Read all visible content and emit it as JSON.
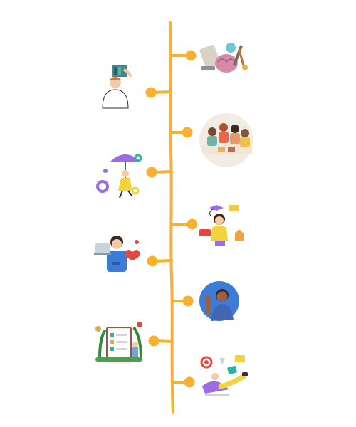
{
  "colors": {
    "timeline": "#F9B02E",
    "accent_purple": "#9B6CE3",
    "accent_teal": "#27B3A8",
    "accent_red": "#E9453E",
    "accent_blue": "#3C7BD8",
    "skin": "#F3C9A8",
    "dark": "#2C2C3A"
  },
  "illustrations": [
    {
      "id": "creative-tools-brain",
      "side": "right"
    },
    {
      "id": "person-lifting-books",
      "side": "left"
    },
    {
      "id": "team-meeting",
      "side": "right"
    },
    {
      "id": "person-with-umbrella-gears",
      "side": "left"
    },
    {
      "id": "stressed-student-thoughts",
      "side": "right"
    },
    {
      "id": "person-holding-laptop-heart",
      "side": "left"
    },
    {
      "id": "waving-man-portrait",
      "side": "right"
    },
    {
      "id": "checklist-with-plants",
      "side": "left"
    },
    {
      "id": "person-relaxing-with-ideas",
      "side": "right"
    }
  ]
}
